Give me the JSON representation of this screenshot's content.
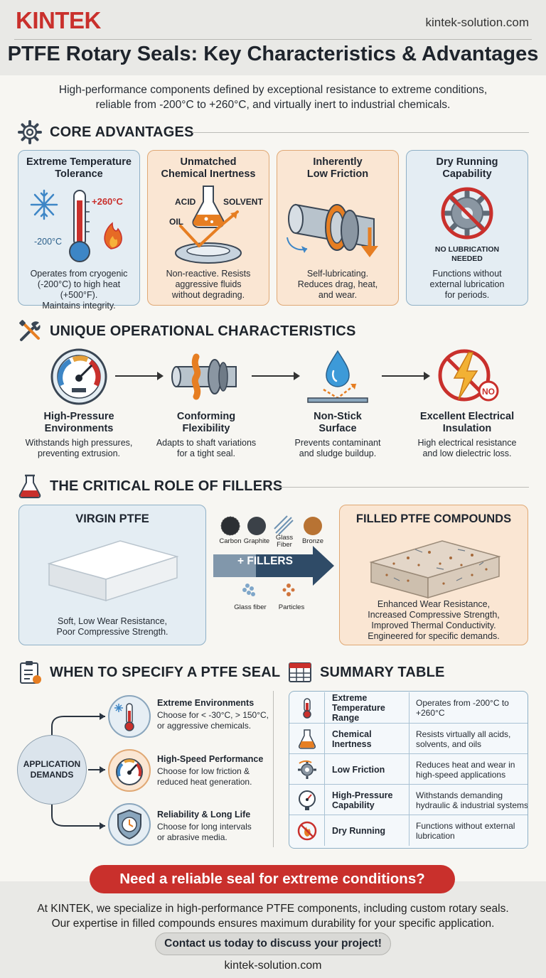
{
  "header": {
    "logo": "KINTEK",
    "website": "kintek-solution.com",
    "title": "PTFE Rotary Seals: Key Characteristics & Advantages"
  },
  "intro": {
    "line1": "High-performance components defined by exceptional resistance to extreme conditions,",
    "line2": "reliable from -200°C to +260°C, and virtually inert to industrial chemicals."
  },
  "core": {
    "heading": "CORE ADVANTAGES",
    "cards": [
      {
        "title1": "Extreme Temperature",
        "title2": "Tolerance",
        "art_hot": "+260°C",
        "art_cold": "-200°C",
        "text1": "Operates from cryogenic",
        "text2": "(-200°C) to high heat (+500°F).",
        "text3": "Maintains integrity."
      },
      {
        "title1": "Unmatched",
        "title2": "Chemical Inertness",
        "art_acid": "ACID",
        "art_solvent": "SOLVENT",
        "art_oil": "OIL",
        "text1": "Non-reactive. Resists",
        "text2": "aggressive fluids",
        "text3": "without degrading."
      },
      {
        "title1": "Inherently",
        "title2": "Low Friction",
        "text1": "Self-lubricating.",
        "text2": "Reduces drag, heat,",
        "text3": "and wear."
      },
      {
        "title1": "Dry Running",
        "title2": "Capability",
        "art_label1": "NO LUBRICATION",
        "art_label2": "NEEDED",
        "text1": "Functions without",
        "text2": "external lubrication",
        "text3": "for periods."
      }
    ]
  },
  "operational": {
    "heading": "UNIQUE OPERATIONAL CHARACTERISTICS",
    "items": [
      {
        "title1": "High-Pressure",
        "title2": "Environments",
        "text1": "Withstands high pressures,",
        "text2": "preventing extrusion."
      },
      {
        "title1": "Conforming",
        "title2": "Flexibility",
        "text1": "Adapts to shaft variations",
        "text2": "for a tight seal."
      },
      {
        "title1": "Non-Stick",
        "title2": "Surface",
        "text1": "Prevents contaminant",
        "text2": "and sludge buildup."
      },
      {
        "title1": "Excellent Electrical",
        "title2": "Insulation",
        "text1": "High electrical resistance",
        "text2": "and low dielectric loss.",
        "badge": "NO"
      }
    ]
  },
  "fillers": {
    "heading": "THE CRITICAL ROLE OF FILLERS",
    "virgin": {
      "title": "VIRGIN PTFE",
      "text1": "Soft, Low Wear Resistance,",
      "text2": "Poor Compressive Strength."
    },
    "arrow_label": "+ FILLERS",
    "chips": {
      "carbon": "Carbon",
      "graphite": "Graphite",
      "glass1": "Glass",
      "glass2": "Fiber",
      "bronze": "Bronze",
      "glass_fiber": "Glass fiber",
      "particles": "Particles"
    },
    "filled": {
      "title": "FILLED PTFE COMPOUNDS",
      "text1": "Enhanced Wear Resistance,",
      "text2": "Increased Compressive Strength,",
      "text3": "Improved Thermal Conductivity.",
      "text4": "Engineered for specific demands."
    }
  },
  "specify": {
    "heading": "WHEN TO SPECIFY A PTFE SEAL",
    "center1": "APPLICATION",
    "center2": "DEMANDS",
    "items": [
      {
        "title": "Extreme Environments",
        "text1": "Choose for < -30°C, > 150°C,",
        "text2": "or aggressive chemicals."
      },
      {
        "title": "High-Speed Performance",
        "text1": "Choose for low friction &",
        "text2": "reduced heat generation."
      },
      {
        "title": "Reliability & Long Life",
        "text1": "Choose for long intervals",
        "text2": "or abrasive media."
      }
    ]
  },
  "summary": {
    "heading": "SUMMARY TABLE",
    "rows": [
      {
        "k1": "Extreme",
        "k2": "Temperature",
        "k3": "Range",
        "v1": "Operates from -200°C to",
        "v2": "+260°C"
      },
      {
        "k1": "Chemical",
        "k2": "Inertness",
        "k3": "",
        "v1": "Resists virtually all acids,",
        "v2": "solvents, and oils"
      },
      {
        "k1": "Low Friction",
        "k2": "",
        "k3": "",
        "v1": "Reduces heat and wear in",
        "v2": "high-speed applications"
      },
      {
        "k1": "High-Pressure",
        "k2": "Capability",
        "k3": "",
        "v1": "Withstands demanding",
        "v2": "hydraulic & industrial systems"
      },
      {
        "k1": "Dry Running",
        "k2": "",
        "k3": "",
        "v1": "Functions without external",
        "v2": "lubrication"
      }
    ]
  },
  "cta": {
    "headline": "Need a reliable seal for extreme conditions?",
    "line1": "At KINTEK, we specialize in high-performance PTFE components, including custom rotary seals.",
    "line2": "Our expertise in filled compounds ensures maximum durability for your specific application.",
    "button": "Contact us today to discuss your project!",
    "website": "kintek-solution.com"
  },
  "colors": {
    "brand_red": "#c9302c",
    "blue_card": "#e4edf3",
    "orange_card": "#fae6d3",
    "dark": "#1e242c"
  }
}
